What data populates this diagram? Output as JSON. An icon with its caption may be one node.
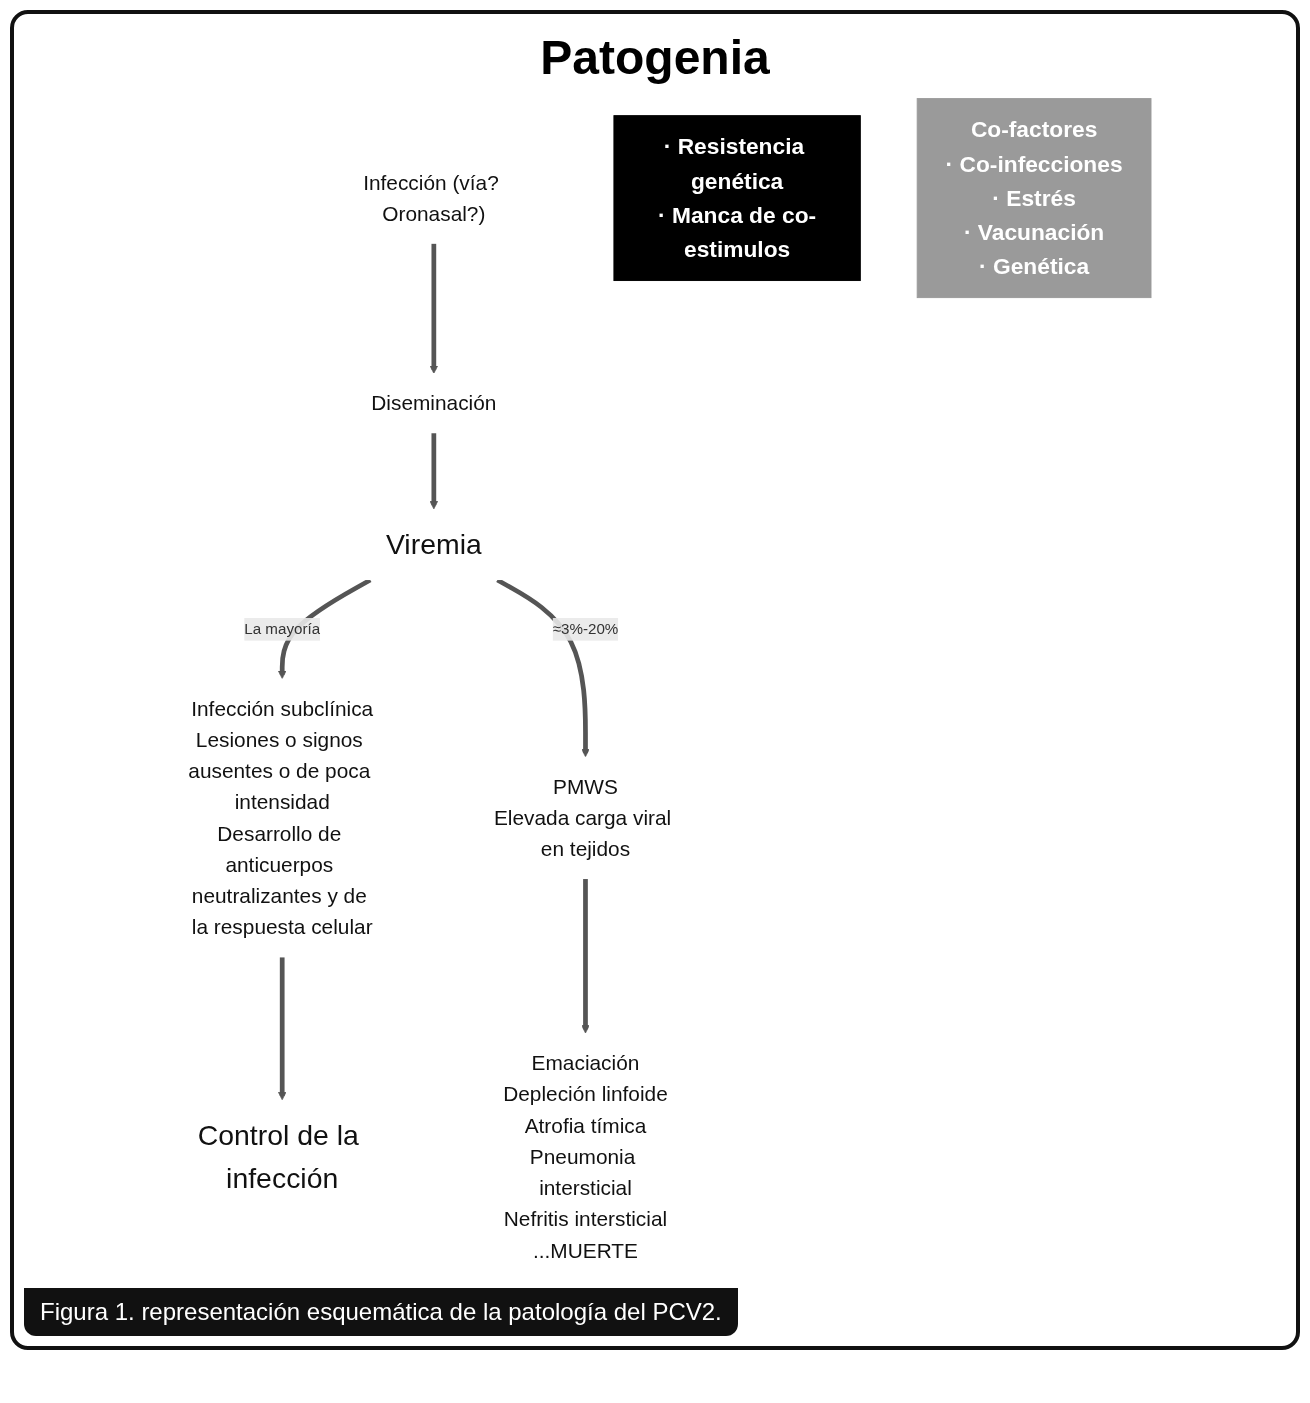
{
  "diagram": {
    "title": "Patogenia",
    "caption": "Figura 1. representación esquemática de la patología del PCV2.",
    "nodes": [
      {
        "text": [
          "Infección (vía? Oronasal?)"
        ]
      },
      {
        "text": [
          "Diseminación"
        ]
      },
      {
        "text": [
          "Viremia"
        ]
      },
      {
        "text": [
          "· Resistencia genética",
          "· Manca de co-estimulos"
        ]
      },
      {
        "text": [
          "Co-factores",
          "· Co-infecciones",
          "· Estrés",
          "· Vacunación",
          "· Genética"
        ]
      },
      {
        "text": [
          "Infección subclínica",
          "Lesiones o signos ausentes o de poca intensidad",
          "Desarrollo de anticuerpos neutralizantes y de la respuesta celular"
        ]
      },
      {
        "text": [
          "Control de la infección"
        ]
      },
      {
        "text": [
          "PMWS",
          "Elevada carga viral en tejidos"
        ]
      },
      {
        "text": [
          "Emaciación",
          "Depleción linfoide",
          "Atrofia tímica",
          "Pneumonia intersticial",
          "Nefritis intersticial",
          "...MUERTE"
        ]
      }
    ],
    "edges": [
      {
        "from": 0,
        "to": 1,
        "arrow": "to"
      },
      {
        "from": 1,
        "to": 2,
        "arrow": "to"
      },
      {
        "from": 2,
        "to": 5,
        "arrow": "to",
        "label": "La mayoría"
      },
      {
        "from": 2,
        "to": 7,
        "arrow": "to",
        "label": "≈3%-20%"
      },
      {
        "from": 5,
        "to": 6,
        "arrow": "to"
      },
      {
        "from": 7,
        "to": 8,
        "arrow": "to"
      }
    ]
  }
}
